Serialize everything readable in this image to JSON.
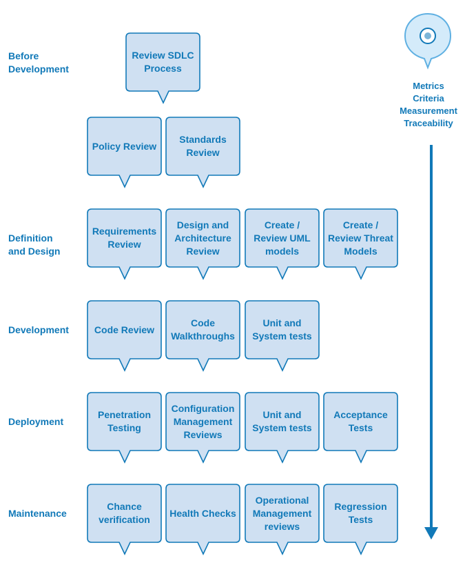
{
  "phases": [
    {
      "label": "Before\nDevelopment"
    },
    {
      "label": "Definition\nand Design"
    },
    {
      "label": "Development"
    },
    {
      "label": "Deployment"
    },
    {
      "label": "Maintenance"
    }
  ],
  "rows": {
    "before": [
      "Review SDLC\nProcess"
    ],
    "policy": [
      "Policy Review",
      "Standards\nReview"
    ],
    "definition": [
      "Requirements\nReview",
      "Design and\nArchitecture\nReview",
      "Create /\nReview UML\nmodels",
      "Create /\nReview Threat\nModels"
    ],
    "development": [
      "Code Review",
      "Code\nWalkthroughs",
      "Unit and\nSystem tests"
    ],
    "deployment": [
      "Penetration\nTesting",
      "Configuration\nManagement\nReviews",
      "Unit and\nSystem tests",
      "Acceptance\nTests"
    ],
    "maintenance": [
      "Chance\nverification",
      "Health Checks",
      "Operational\nManagement\nreviews",
      "Regression\nTests"
    ]
  },
  "metrics": {
    "label": "Metrics\nCriteria\nMeasurement\nTraceability",
    "icon": "location-pin-icon"
  },
  "colors": {
    "accent": "#1179b8",
    "card_fill": "#cfe0f2",
    "card_stroke": "#1179b8",
    "pin_fill": "#d4ebfa"
  }
}
